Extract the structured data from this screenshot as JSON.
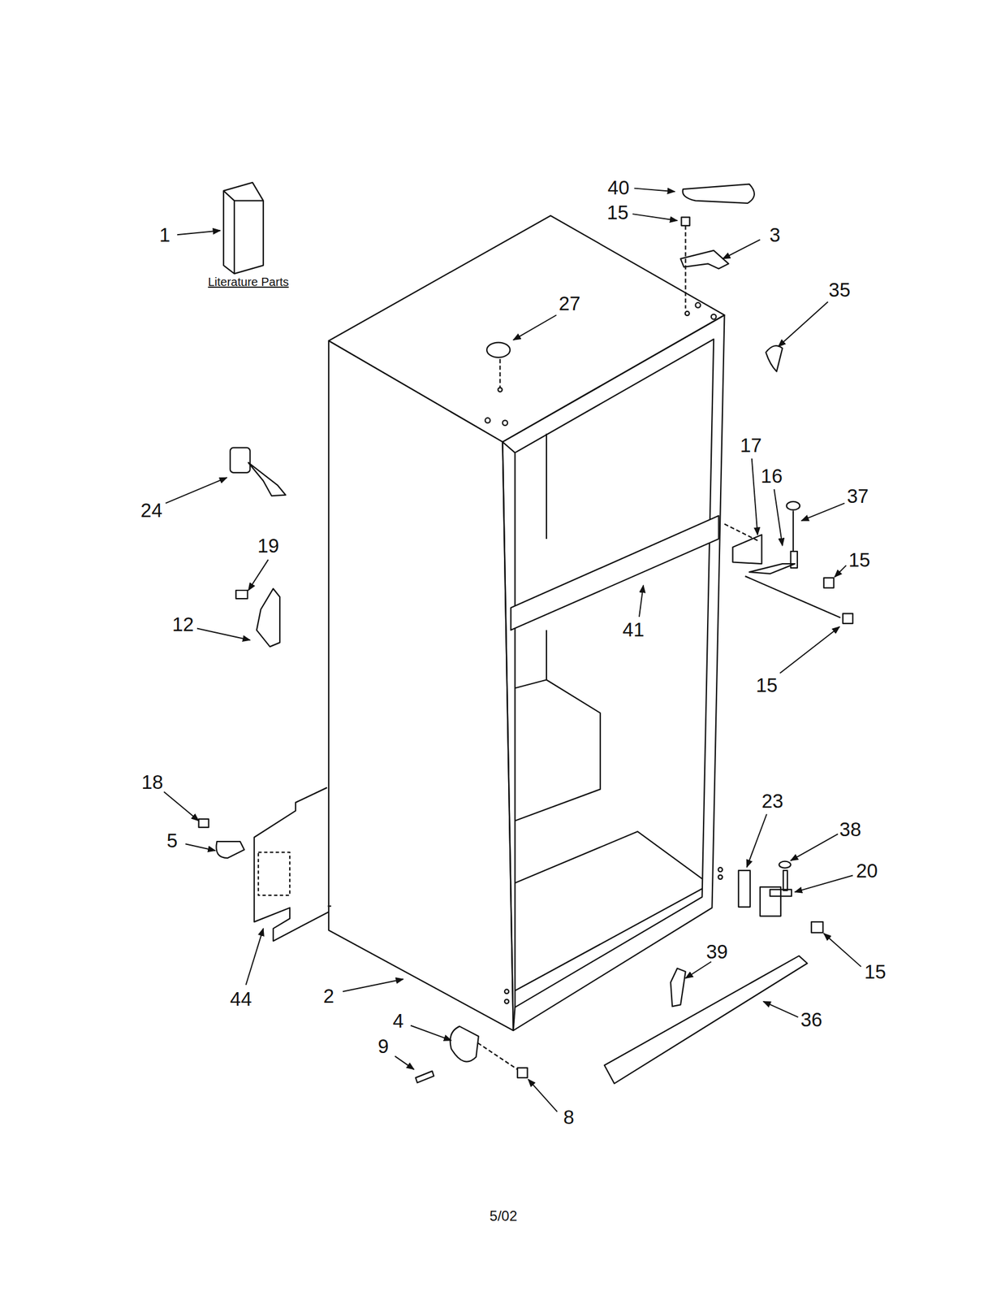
{
  "diagram": {
    "labels": [
      "1",
      "Literature Parts",
      "40",
      "15",
      "3",
      "35",
      "27",
      "24",
      "17",
      "16",
      "37",
      "15",
      "19",
      "12",
      "41",
      "15",
      "18",
      "5",
      "23",
      "38",
      "20",
      "44",
      "2",
      "15",
      "39",
      "36",
      "4",
      "9",
      "8",
      "5/02"
    ]
  }
}
